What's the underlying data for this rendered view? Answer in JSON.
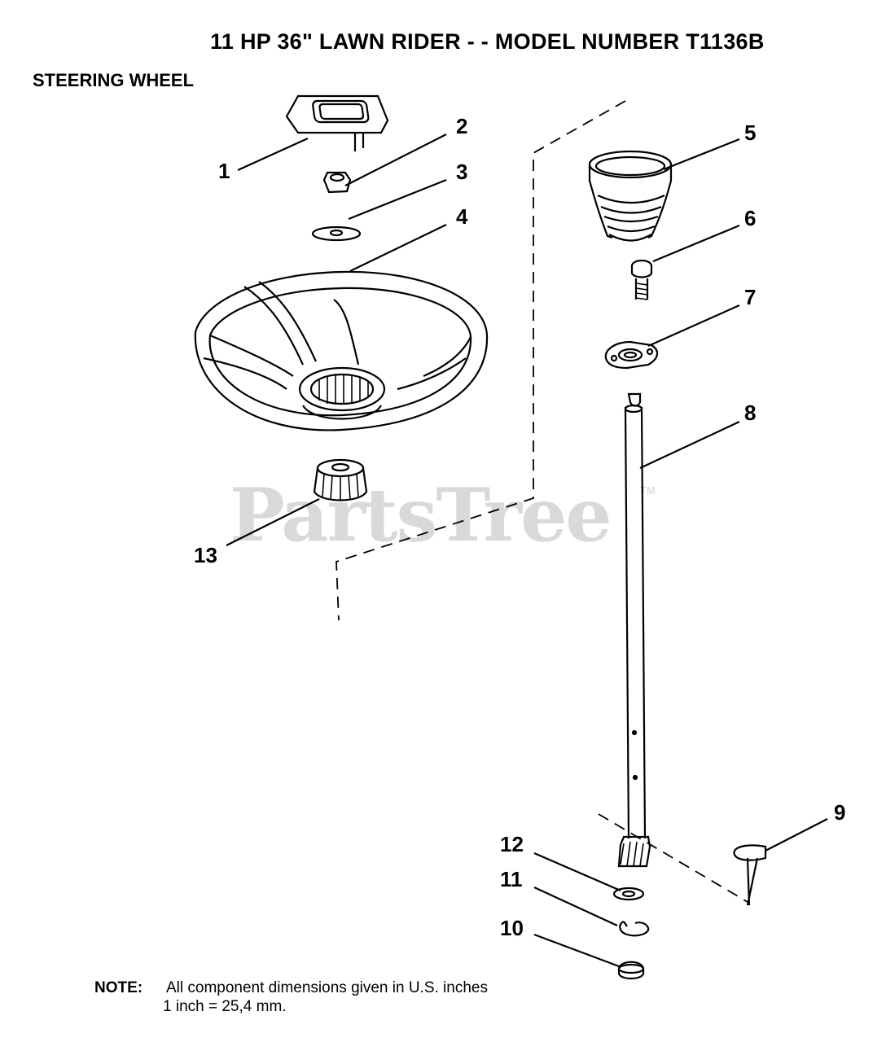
{
  "header": {
    "title": "11 HP 36\" LAWN RIDER - - MODEL NUMBER T1136B",
    "section": "STEERING WHEEL"
  },
  "watermark": {
    "brand": "PartsTree",
    "tm": "TM"
  },
  "callouts": [
    "1",
    "2",
    "3",
    "4",
    "5",
    "6",
    "7",
    "8",
    "9",
    "10",
    "11",
    "12",
    "13"
  ],
  "note": {
    "label": "NOTE:",
    "line1": "All component dimensions given in U.S. inches",
    "line2": "1 inch = 25,4 mm."
  }
}
